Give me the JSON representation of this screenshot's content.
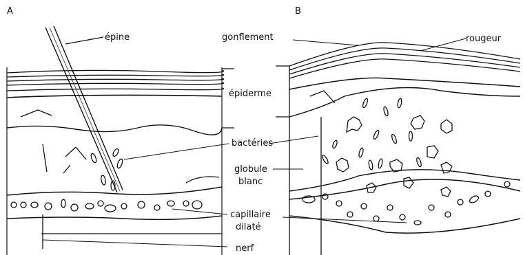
{
  "panels": {
    "left_letter": "A",
    "right_letter": "B"
  },
  "labels": {
    "spine": "épine",
    "swelling": "gonflement",
    "redness": "rougeur",
    "epidermis": "épiderme",
    "bacteria": "bactéries",
    "white_cell_line1": "globule",
    "white_cell_line2": "blanc",
    "capillary_line1": "capillaire",
    "capillary_line2": "dilaté",
    "nerve": "nerf"
  },
  "colors": {
    "ink": "#111111",
    "paper": "#ffffff"
  }
}
